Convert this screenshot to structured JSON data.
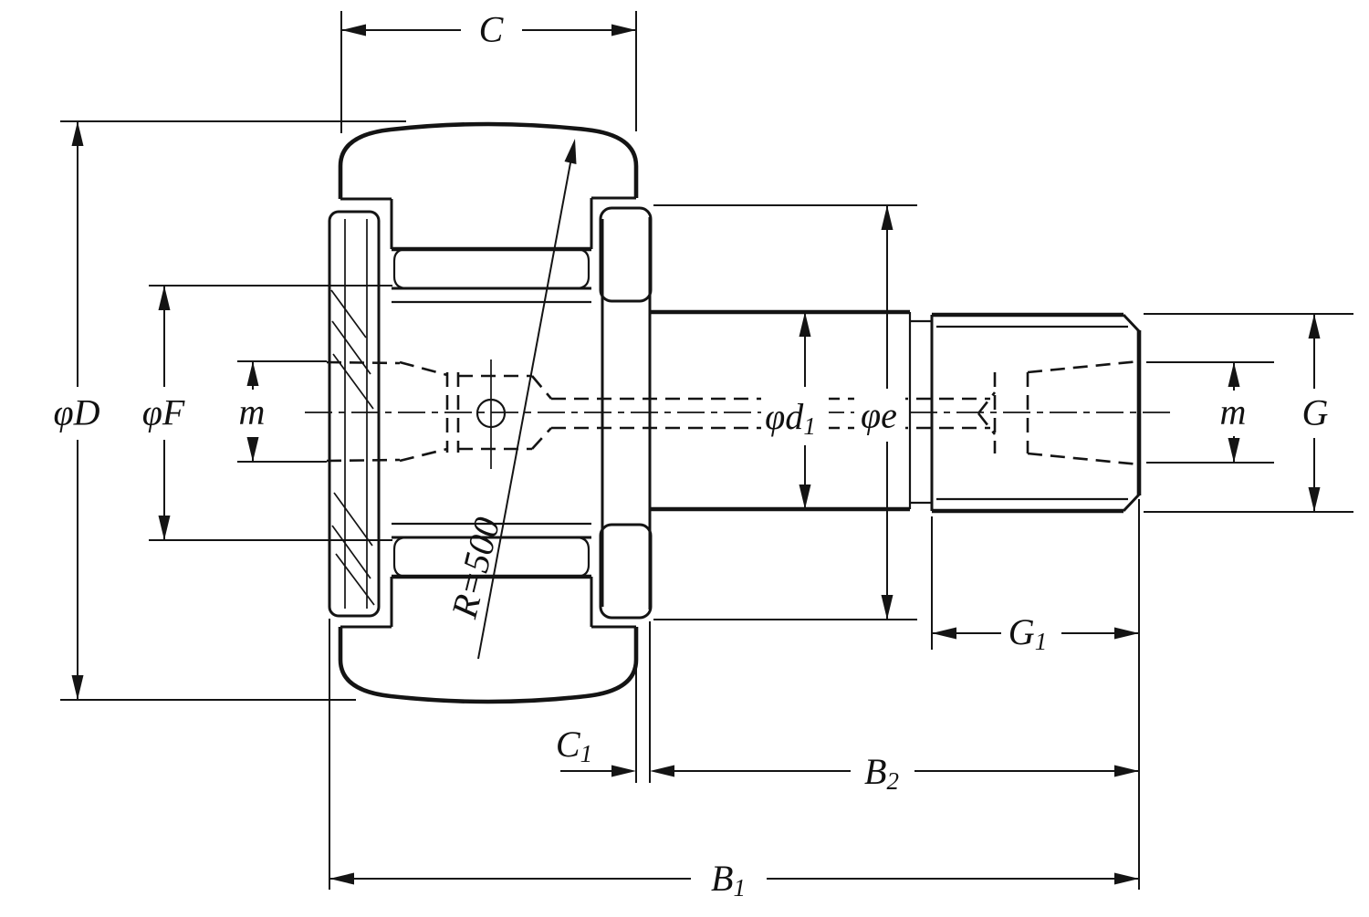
{
  "labels": {
    "c": "C",
    "phi_d_outer": "φD",
    "phi_f": "φF",
    "m_left": "m",
    "phi_d1": {
      "main": "φd",
      "sub": "1"
    },
    "phi_e": "φe",
    "m_right": "m",
    "g": "G",
    "g1": {
      "main": "G",
      "sub": "1"
    },
    "c1": {
      "main": "C",
      "sub": "1"
    },
    "b2": {
      "main": "B",
      "sub": "2"
    },
    "b1": {
      "main": "B",
      "sub": "1"
    },
    "crown_radius": "R=500"
  },
  "colors": {
    "ink": "#141414",
    "background": "#ffffff"
  }
}
